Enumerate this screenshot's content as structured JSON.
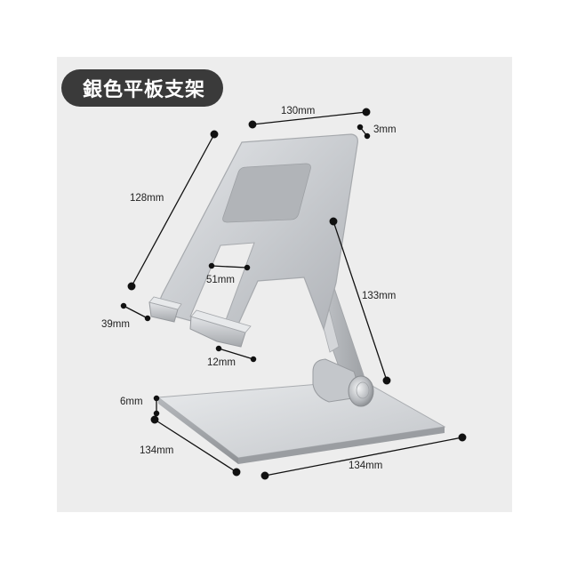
{
  "title": "銀色平板支架",
  "dimensions": {
    "top_width": "130mm",
    "thickness": "3mm",
    "panel_height": "128mm",
    "cutout_width": "51mm",
    "arm_length": "133mm",
    "holder_depth": "39mm",
    "holder_lip": "12mm",
    "base_thickness": "6mm",
    "base_depth": "134mm",
    "base_width": "134mm"
  },
  "colors": {
    "panel_background": "#ededed",
    "title_pill": "#3a3a3a",
    "aluminium": "#c9ccd0",
    "dimension_line": "#111111"
  }
}
